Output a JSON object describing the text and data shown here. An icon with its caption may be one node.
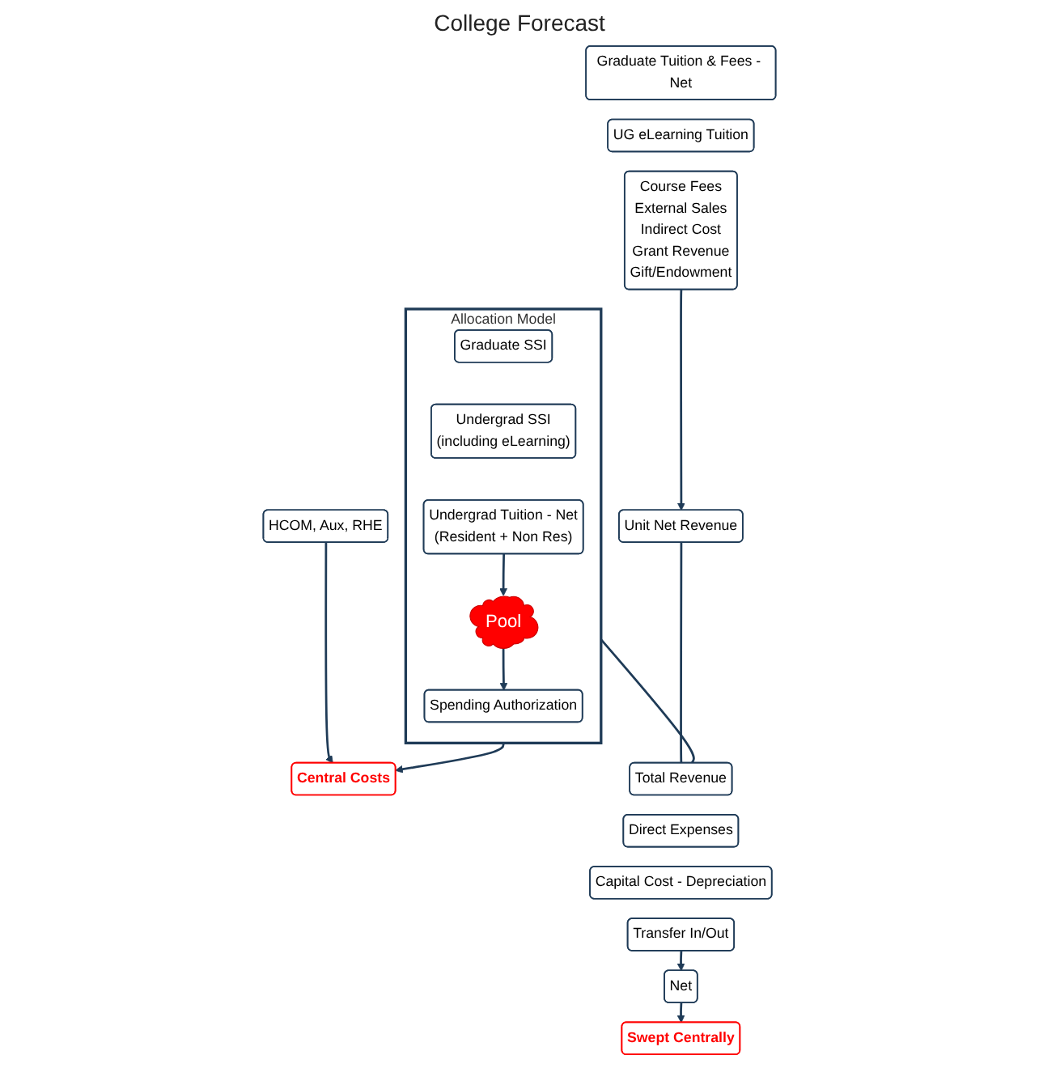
{
  "diagram": {
    "nodes": [
      {
        "text": [
          "Graduate Tuition & Fees - Net"
        ]
      },
      {
        "text": [
          "UG eLearning Tuition"
        ]
      },
      {
        "text": [
          "Course Fees",
          "External Sales",
          "Indirect Cost",
          "Grant Revenue",
          "Gift/Endowment"
        ]
      },
      {
        "text": [
          "Unit Net Revenue"
        ]
      },
      {
        "text": [
          "Allocation Model"
        ]
      },
      {
        "text": [
          "Graduate SSI"
        ],
        "in": 4
      },
      {
        "text": [
          "Undergrad SSI",
          "(including eLearning)"
        ],
        "in": 4
      },
      {
        "text": [
          "Undergrad Tuition - Net",
          "(Resident + Non Res)"
        ],
        "in": 4
      },
      {
        "text": [
          "Pool"
        ],
        "in": 4
      },
      {
        "text": [
          "Spending Authorization"
        ],
        "in": 4
      },
      {
        "text": [
          "HCOM, Aux, RHE"
        ]
      },
      {
        "text": [
          "Central Costs"
        ]
      },
      {
        "text": [
          "Total Revenue"
        ]
      },
      {
        "text": [
          "Direct Expenses"
        ]
      },
      {
        "text": [
          "Capital Cost - Depreciation"
        ]
      },
      {
        "text": [
          "Transfer In/Out"
        ]
      },
      {
        "text": [
          "Net"
        ]
      },
      {
        "text": [
          "Swept Centrally"
        ]
      }
    ],
    "edges": [
      {
        "from": 2,
        "to": 3,
        "arrow": "to"
      },
      {
        "from": 7,
        "to": 8,
        "arrow": "to"
      },
      {
        "from": 8,
        "to": 9,
        "arrow": "to"
      },
      {
        "from": 10,
        "to": 11,
        "arrow": "to"
      },
      {
        "from": 4,
        "to": 11,
        "arrow": "to"
      },
      {
        "from": 3,
        "to": 12,
        "arrow": "none"
      },
      {
        "from": 4,
        "to": 12,
        "arrow": "none"
      },
      {
        "from": 15,
        "to": 16,
        "arrow": "to"
      },
      {
        "from": 16,
        "to": 17,
        "arrow": "to"
      }
    ],
    "labels": [
      "College Forecast"
    ]
  }
}
